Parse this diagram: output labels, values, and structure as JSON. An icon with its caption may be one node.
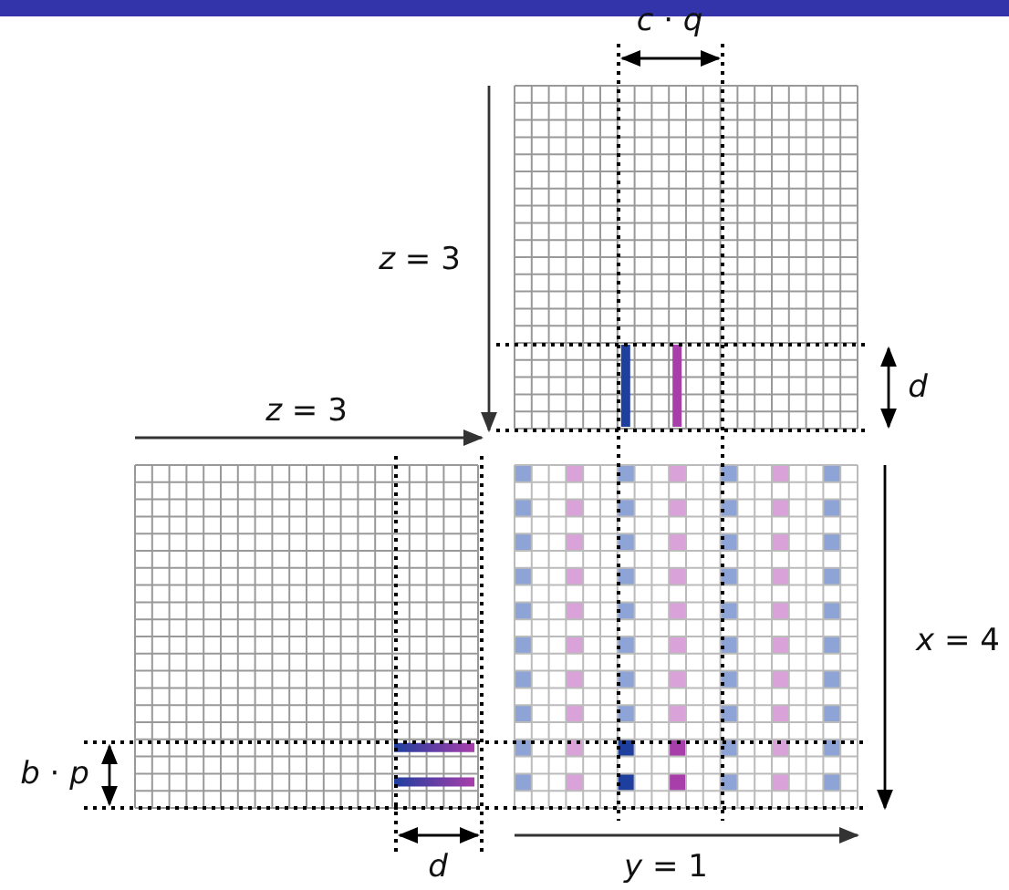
{
  "diagram": {
    "labels": [
      "*c* · *q*",
      "*z* = 3",
      "*d*",
      "*z* = 3",
      "*x* = 4",
      "*b* · *p*",
      "*d*",
      "*y* = 1"
    ]
  }
}
